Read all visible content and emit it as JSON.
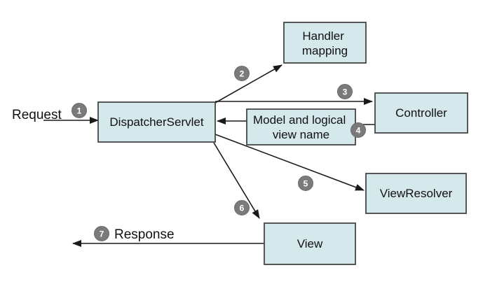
{
  "diagram": {
    "colors": {
      "box-fill": "#d5e8ec",
      "box-border": "#464646",
      "line": "#1a1a1a",
      "circle-fill": "#7a7a7a",
      "circle-stroke": "#6b6b6b",
      "circle-text": "#ffffff",
      "text": "#111111",
      "background": "#ffffff"
    },
    "labels": {
      "request": "Request",
      "response": "Response"
    },
    "boxes": {
      "dispatcher_servlet": {
        "label": "DispatcherServlet"
      },
      "handler_mapping": {
        "line1": "Handler",
        "line2": "mapping"
      },
      "controller": {
        "label": "Controller"
      },
      "model_and_view": {
        "line1": "Model and logical",
        "line2": "view name"
      },
      "view_resolver": {
        "label": "ViewResolver"
      },
      "view": {
        "label": "View"
      }
    },
    "steps": {
      "s1": "1",
      "s2": "2",
      "s3": "3",
      "s4": "4",
      "s5": "5",
      "s6": "6",
      "s7": "7"
    }
  }
}
